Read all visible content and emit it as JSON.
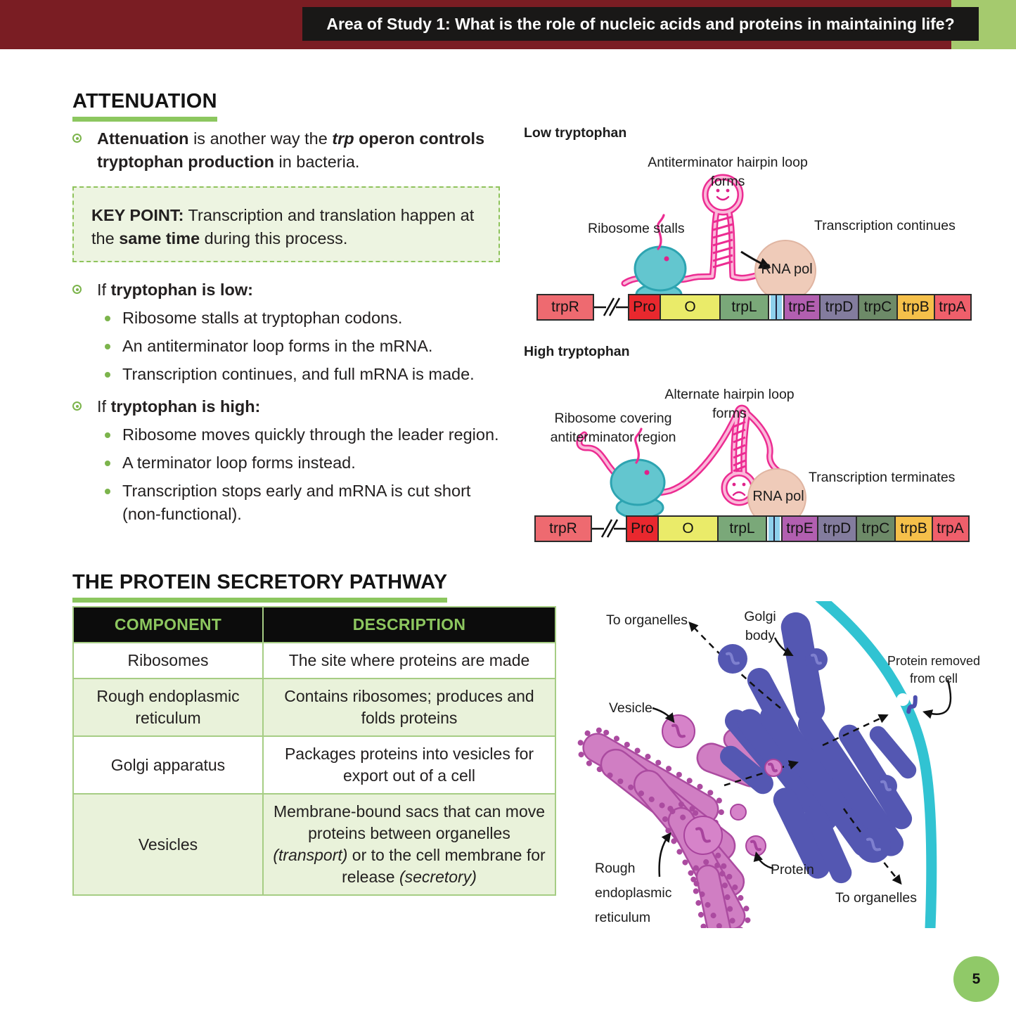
{
  "header": {
    "title": "Area of Study 1: What is the role of nucleic acids and proteins in maintaining life?"
  },
  "palette": {
    "maroon": "#7a1d23",
    "accent_green": "#8cc75f",
    "keypoint_bg": "#edf4e1",
    "table_row_green": "#e9f2da",
    "header_green_block": "#a5ca6e",
    "page_circle_green": "#90c968",
    "mrna_pink": "#ec2c92",
    "ribosome_teal": "#63c6cf",
    "rna_pol_beige": "#efcbb9",
    "membrane_teal": "#31c3d2",
    "golgi_blue": "#5457b2",
    "er_magenta": "#d07ec3"
  },
  "attenuation": {
    "heading": "ATTENUATION",
    "intro": [
      {
        "t": "Attenuation",
        "b": true
      },
      {
        "t": " is another way the "
      },
      {
        "t": "trp",
        "b": true,
        "i": true
      },
      {
        "t": " operon controls tryptophan production",
        "b": true
      },
      {
        "t": " in bacteria."
      }
    ],
    "keypoint": [
      {
        "t": "KEY POINT:",
        "b": true
      },
      {
        "t": " Transcription and translation happen at the "
      },
      {
        "t": "same time",
        "b": true
      },
      {
        "t": " during this process."
      }
    ],
    "low_title": [
      {
        "t": "If "
      },
      {
        "t": "tryptophan is low:",
        "b": true
      }
    ],
    "low_items": [
      "Ribosome stalls at tryptophan codons.",
      "An antiterminator loop forms in the mRNA.",
      "Transcription continues, and full mRNA is made."
    ],
    "high_title": [
      {
        "t": "If "
      },
      {
        "t": "tryptophan is high:",
        "b": true
      }
    ],
    "high_items": [
      "Ribosome moves quickly through the leader region.",
      "A terminator loop forms instead.",
      "Transcription stops early and mRNA is cut short (non-functional)."
    ]
  },
  "diagram_low": {
    "title": "Low tryptophan",
    "hairpin_label": "Antiterminator hairpin loop forms",
    "ribosome_label": "Ribosome stalls",
    "transcription_label": "Transcription continues",
    "rna_pol_label": "RNA pol"
  },
  "diagram_high": {
    "title": "High tryptophan",
    "ribosome_label": "Ribosome covering antiterminator region",
    "hairpin_label": "Alternate hairpin loop forms",
    "transcription_label": "Transcription terminates",
    "rna_pol_label": "RNA pol"
  },
  "operon": {
    "upstream": {
      "label": "trpR",
      "color": "#ee6a70",
      "width": 82
    },
    "segments": [
      {
        "label": "Pro",
        "color": "#e9282e",
        "width": 48
      },
      {
        "label": "O",
        "color": "#eaeb69",
        "width": 87
      },
      {
        "label": "trpL",
        "color": "#7aa879",
        "width": 72
      },
      {
        "type": "attenuator",
        "width": 24
      },
      {
        "label": "trpE",
        "color": "#b25fb0",
        "width": 54
      },
      {
        "label": "trpD",
        "color": "#837c9e",
        "width": 57
      },
      {
        "label": "trpC",
        "color": "#6d8a68",
        "width": 58
      },
      {
        "label": "trpB",
        "color": "#f5c04a",
        "width": 55
      },
      {
        "label": "trpA",
        "color": "#ef5f6b",
        "width": 54
      }
    ]
  },
  "secretory": {
    "heading": "THE PROTEIN SECRETORY PATHWAY",
    "table": {
      "headers": [
        "COMPONENT",
        "DESCRIPTION"
      ],
      "rows": [
        {
          "component": "Ribosomes",
          "description": [
            {
              "t": "The site where proteins are made"
            }
          ]
        },
        {
          "component": "Rough endoplasmic reticulum",
          "description": [
            {
              "t": "Contains ribosomes; produces and folds proteins"
            }
          ]
        },
        {
          "component": "Golgi apparatus",
          "description": [
            {
              "t": "Packages proteins into vesicles for export out of a cell"
            }
          ]
        },
        {
          "component": "Vesicles",
          "description": [
            {
              "t": "Membrane-bound sacs that can move proteins between organelles "
            },
            {
              "t": "(transport)",
              "i": true
            },
            {
              "t": " or to the cell membrane for release "
            },
            {
              "t": "(secretory)",
              "i": true
            }
          ]
        }
      ]
    },
    "labels": {
      "to_organelles_top": "To organelles",
      "golgi_body": "Golgi body",
      "protein_removed": "Protein removed from cell",
      "vesicle": "Vesicle",
      "rough_er": "Rough endoplasmic reticulum",
      "protein": "Protein",
      "to_organelles_bottom": "To organelles"
    }
  },
  "page": {
    "number": "5"
  }
}
